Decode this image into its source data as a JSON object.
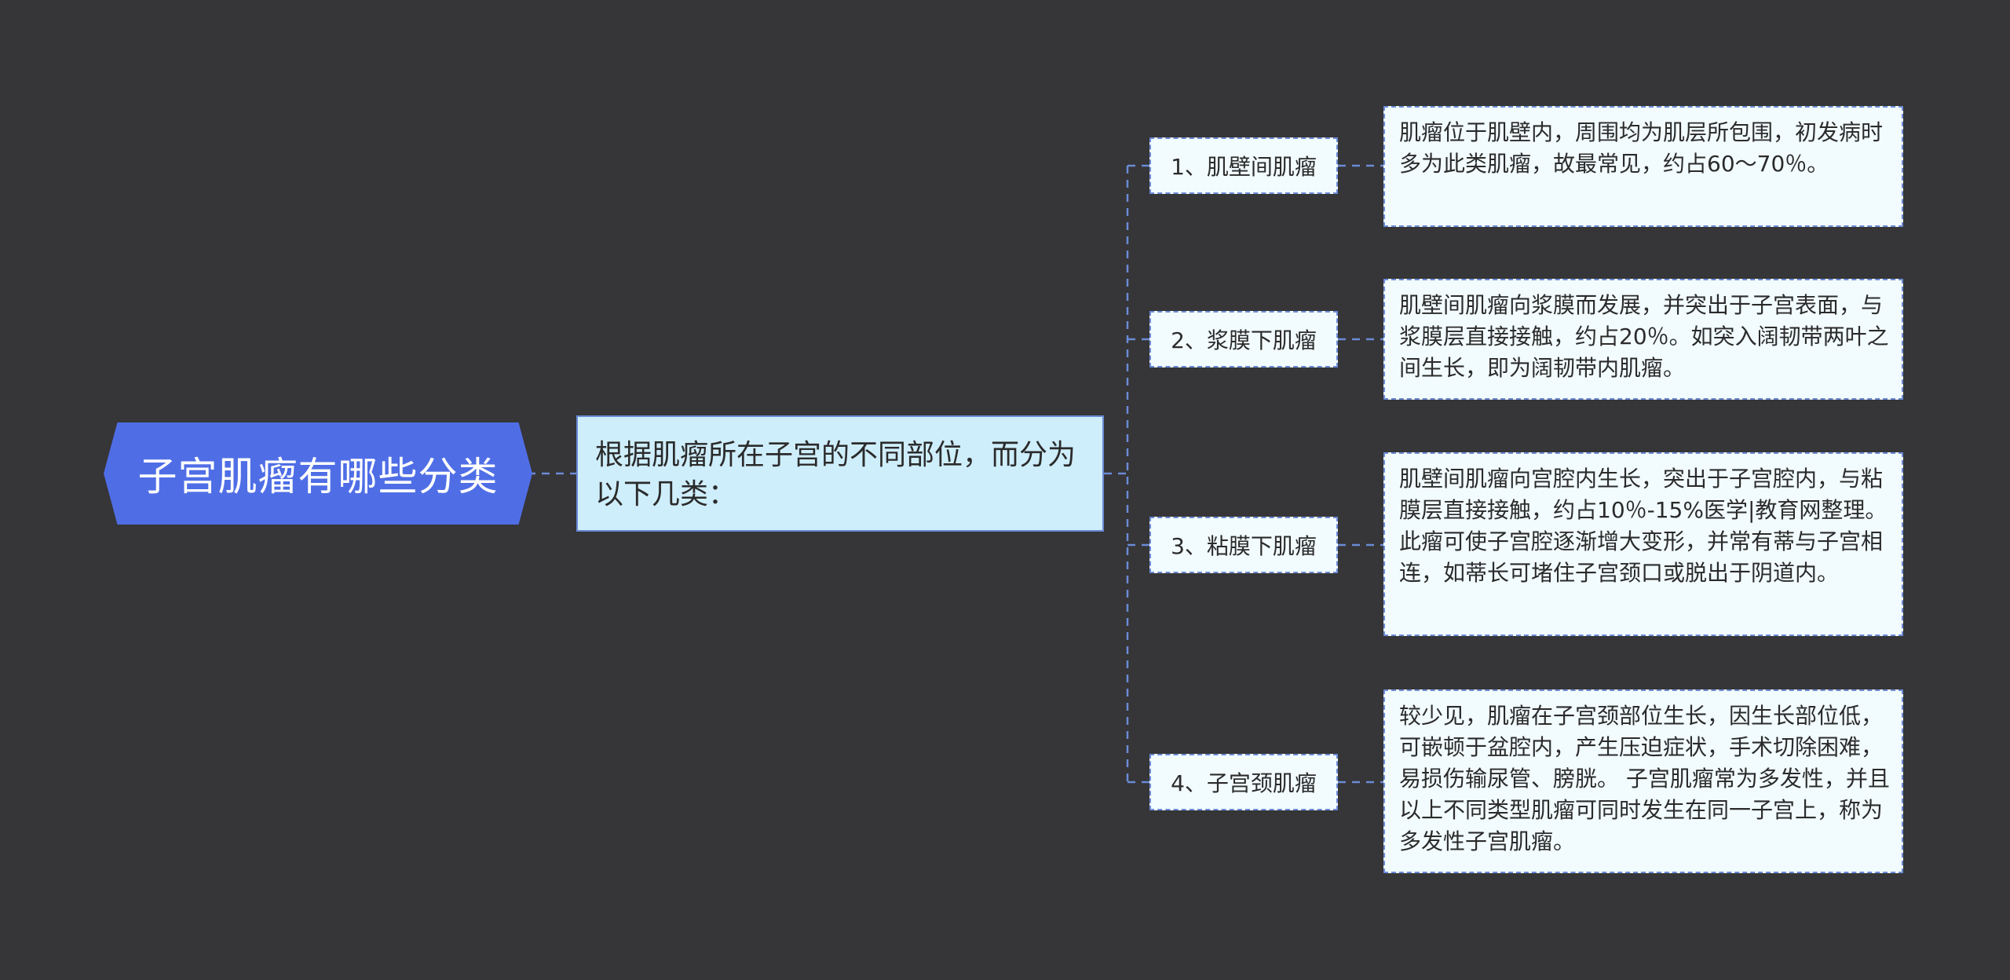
{
  "root": {
    "label": "子宫肌瘤有哪些分类"
  },
  "mid": {
    "label": "根据肌瘤所在子宫的不同部位，而分为以下几类："
  },
  "categories": [
    {
      "label": "1、肌壁间肌瘤",
      "detail": "肌瘤位于肌壁内，周围均为肌层所包围，初发病时多为此类肌瘤，故最常见，约占60～70％。"
    },
    {
      "label": "2、浆膜下肌瘤",
      "detail": "肌壁间肌瘤向浆膜而发展，并突出于子宫表面，与浆膜层直接接触，约占20％。如突入阔韧带两叶之间生长，即为阔韧带内肌瘤。"
    },
    {
      "label": "3、粘膜下肌瘤",
      "detail": "肌壁间肌瘤向宫腔内生长，突出于子宫腔内，与粘膜层直接接触，约占10％-15%医学|教育网整理。此瘤可使子宫腔逐渐增大变形，并常有蒂与子宫相连，如蒂长可堵住子宫颈口或脱出于阴道内。"
    },
    {
      "label": "4、子宫颈肌瘤",
      "detail": "较少见，肌瘤在子宫颈部位生长，因生长部位低，可嵌顿于盆腔内，产生压迫症状，手术切除困难，易损伤输尿管、膀胱。 子宫肌瘤常为多发性，并且以上不同类型肌瘤可同时发生在同一子宫上，称为多发性子宫肌瘤。"
    }
  ],
  "colors": {
    "background": "#363537",
    "root_fill": "#4f6ee6",
    "mid_fill": "#cfeefc",
    "leaf_fill": "#f2fbfe",
    "connector": "#6a8bd6"
  }
}
